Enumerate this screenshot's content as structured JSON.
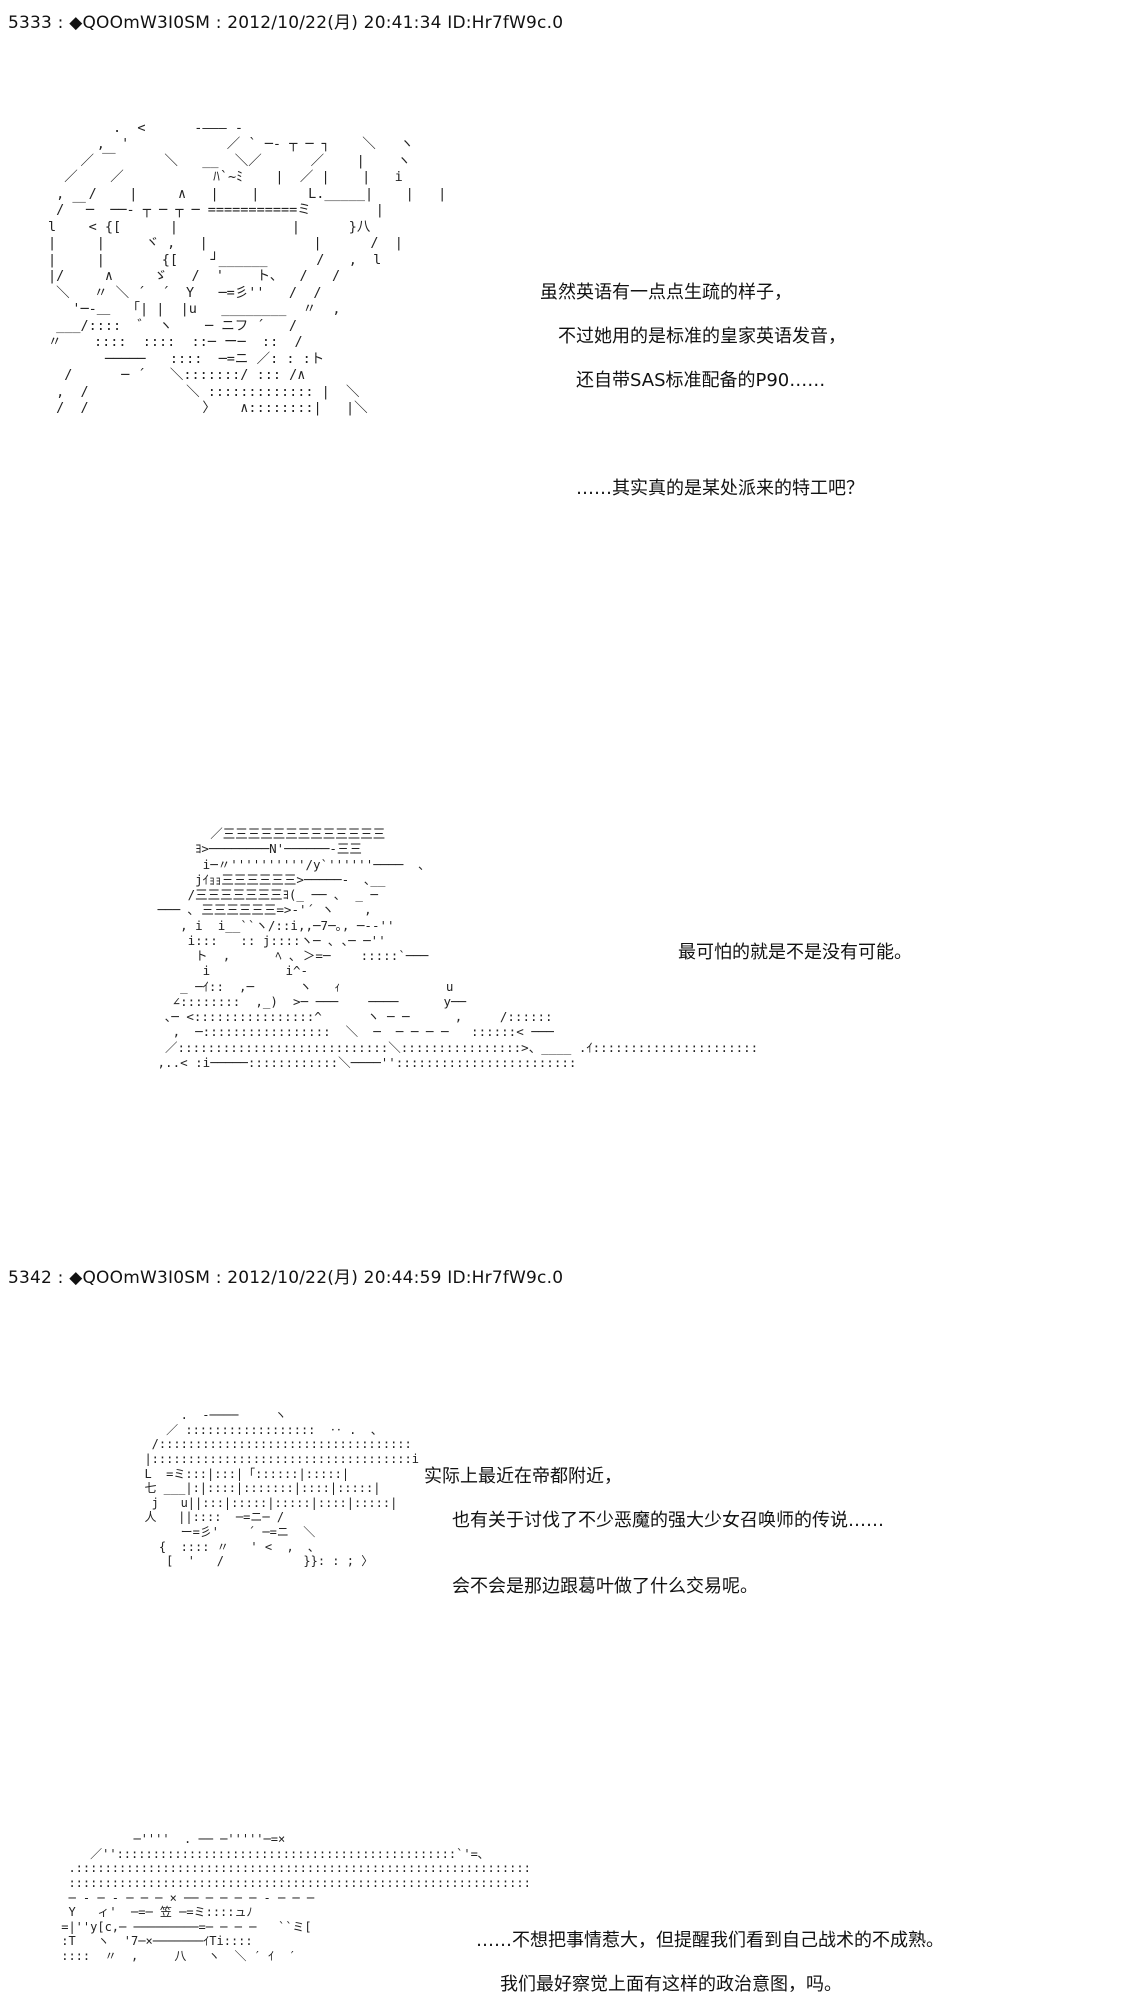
{
  "posts": [
    {
      "header": "5333 : ◆QOOmW3I0SM : 2012/10/22(月) 20:41:34 ID:Hr7fW9c.0",
      "blocks": [
        {
          "art": "        .  <      -——— -                          \n      ,  '            ／ ` ─- ┬ ─ ┐    ＼   ヽ      \n    ／ ￣      ＼   __  ＼／      ／    |    ヽ     \n  ／    ／           ﾊ`~ﾐ    |  ／ |    |   i     \n ,   /    |     ∧   |    |      L._____|    |   |   \n / ￣─  ──- ┬ ─ ┬ ─ ===========ミ        |    \nl    < {[      |              |      }八    \n|     |     ヾ ,   |             |      /  |   \n|     |       {[    ┘______      /   ,  l    \n|/     ∧     ゞ   /  '    ト、  /   /     \n ＼   〃 ＼ ´  ´  Y   ─=彡''   /  /     \n   '─-＿  「| |  |u   ________  〃  ,        \n ___/::::  ゛ ヽ    ─ ニフ ´   /      \n〃    ::::  ::::  ::─ ー─  ::  /          \n       ─────   ::::  ─=ニ ／: : :ト        \n  /      ─ ´   ＼:::::::/ ::: /∧     \n ,  /            ＼ ::::::::::::: |  ＼   \n /  /              〉   ∧::::::::|   |＼  ",
          "lines": [
            "虽然英语有一点点生疏的样子，",
            "不过她用的是标准的皇家英语发音，",
            "还自带SAS标准配备的P90……",
            "……其实真的是某处派来的特工吧？"
          ]
        },
        {
          "art": "        ／三三三三三三三三三三三三三\n      ﾖ>────────N'──────-三三\n       i─〃''''''''''/y`''''''────  ､\n      jｲｮｮ三三三三三三>─────-  ､__\n     /三三三三三三三ﾖ(_ ── ､  _ ─\n ─── ､ 三三三三三三=>‐'´ ヽ    ,\n    , i  i__``ヽ/::i,,─7─｡, ─-‐''\n     i:::   :: j::::ヽ─ ､ ､─ ─''\n      ト  ,      ﾍ ､ ＞=─    :::::`───\n       i          i^-              \n    _ ─ｲ::  ,─      ヽ   ｨ              u    \n   ∠::::::::  ,_)  >─ ───    ────      y──\n  ､─ <::::::::::::::::^      ヽ ─ ─      ,     /::::::\n   ,  ─:::::::::::::::::  ＼  ─  ─ ─ ─ ─   ::::::< ───\n  ／::::::::::::::::::::::::::::＼::::::::::::::::>、____ .ｲ::::::::::::::::::::::\n ,..< :i─────::::::::::::＼────''::::::::::::::::::::::::",
          "lines": [
            "最可怕的就是不是没有可能。"
          ]
        }
      ]
    },
    {
      "header": "5342 : ◆QOOmW3I0SM : 2012/10/22(月) 20:44:59 ID:Hr7fW9c.0",
      "blocks": [
        {
          "art": "       .  -────     ヽ  \n     ／ ::::::::::::::::::  ‥ .  、\n   /:::::::::::::::::::::::::::::::::::\n  |::::::::::::::::::::::::::::::::::::i\n  L  =ミ:::|:::|「::::::|:::::|\n  七 ___|:|::::|:::::::|::::|:::::|\n   j   u||:::|:::::|:::::|::::|:::::|\n  人   ||::::  ─=ニ─ /\n       ー=彡'    ´ ─=ニ  ＼\n    {  :::: 〃   ' <  ,  ､\n     [  '   /           }}: : ; 〉",
          "lines": [
            "实际上最近在帝都附近，",
            "也有关于讨伐了不少恶魔的强大少女召唤师的传说……",
            "会不会是那边跟葛叶做了什么交易呢。"
          ]
        },
        {
          "art": "           ─''''  . ── ─'''''─=×\n     ／'':::::::::::::::::::::::::::::::::::::::::::::::`'=､\n  .:::::::::::::::::::::::::::::::::::::::::::::::::::::::::::::::\n  ::::::::::::::::::::::::::::::::::::::::::::::::::::::::::::::::\n  ─ ‐ ─ ‐ ─ ─ ─ × ── ─ ─ ─ ─ ‐ ─ ─ ─\n  Y   ィ'  ─=─ 笠 ─=ミ::::ュﾉ\n =|''y[c,─ ─────────=─ ─ ─ ─   ``ミ[\n :T   ヽ  '7─×───────ｲTi::::\n ::::  〃  ,     八   ヽ  ＼ ′ ｲ  ′   ",
          "lines": [
            "……不想把事情惹大，但提醒我们看到自己战术的不成熟。",
            "我们最好察觉上面有这样的政治意图，吗。"
          ]
        }
      ]
    }
  ]
}
